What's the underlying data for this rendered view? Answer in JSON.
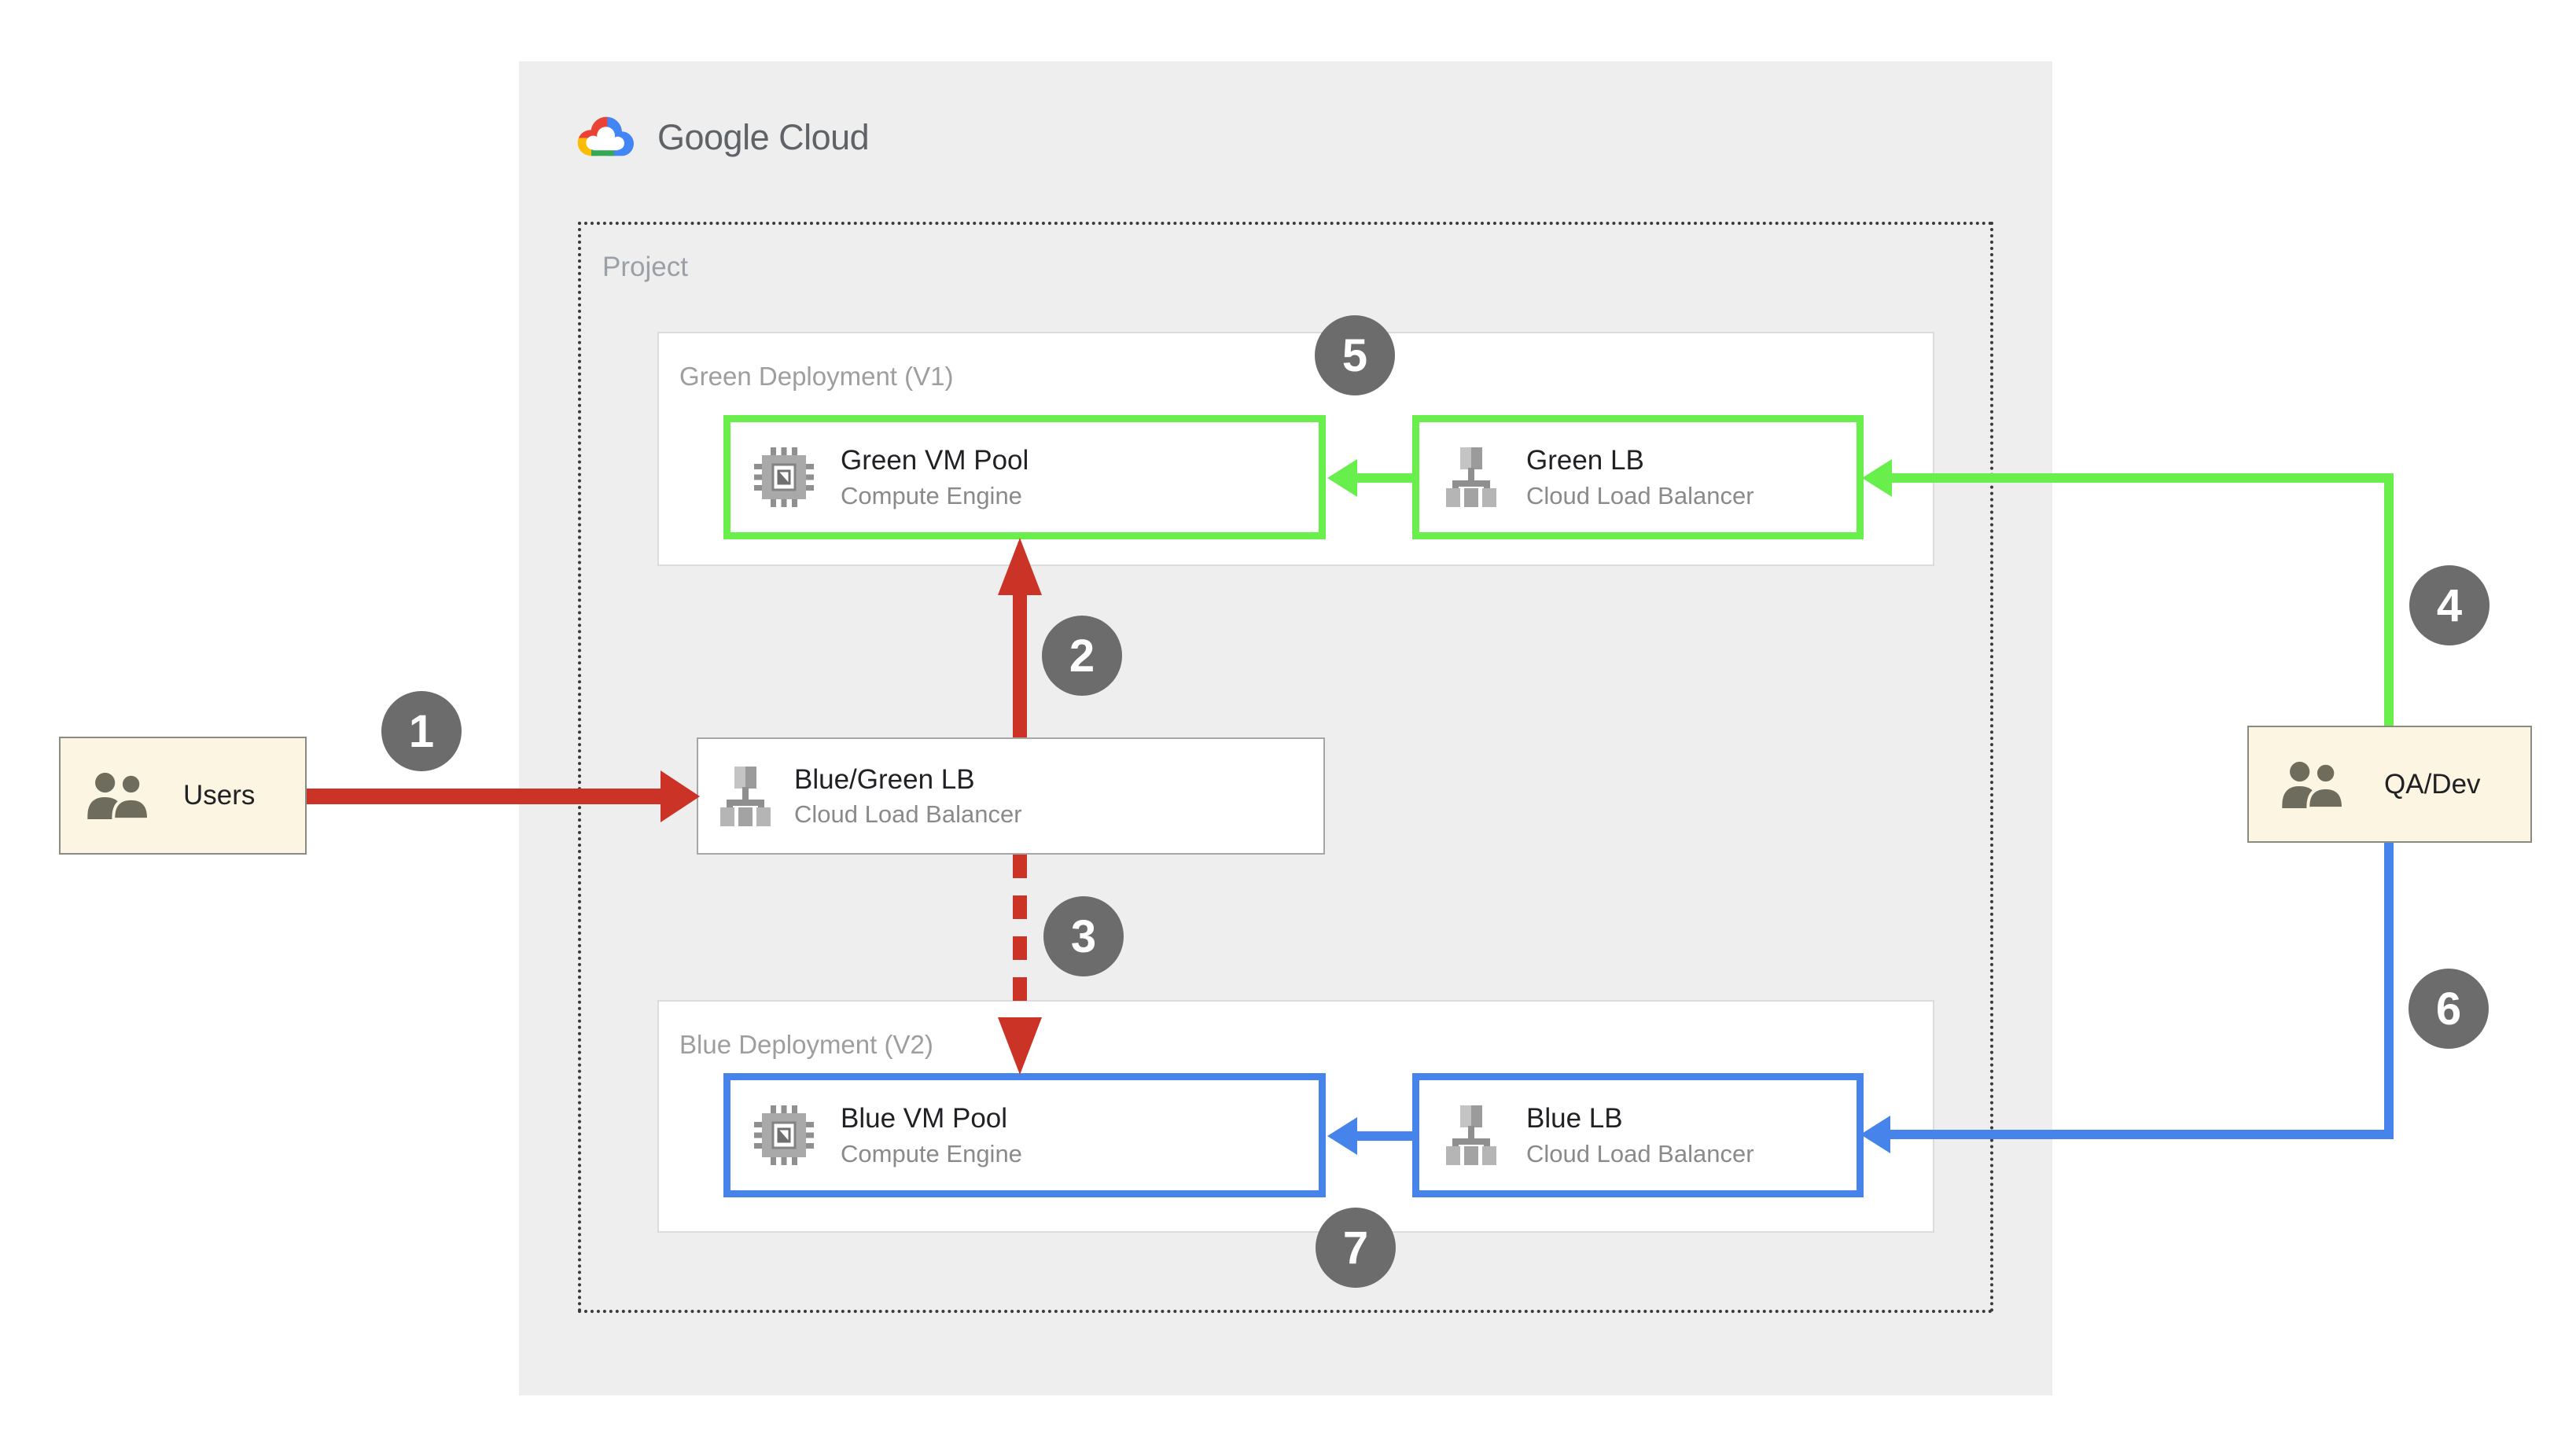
{
  "brand": {
    "name": "Google Cloud",
    "logo_icon": "google-cloud-logo"
  },
  "colors": {
    "panel_gray": "#EEEEEE",
    "green_accent": "#68EF4C",
    "blue_accent": "#4683EA",
    "red_accent": "#CB3327",
    "badge_gray": "#6C6C6C",
    "actor_cream": "#FBF5E1"
  },
  "project": {
    "label": "Project"
  },
  "green_deployment": {
    "label": "Green Deployment (V1)",
    "vm": {
      "title": "Green VM Pool",
      "subtitle": "Compute Engine",
      "icon": "compute-engine-icon"
    },
    "lb": {
      "title": "Green LB",
      "subtitle": "Cloud Load Balancer",
      "icon": "load-balancer-icon"
    }
  },
  "blue_deployment": {
    "label": "Blue Deployment (V2)",
    "vm": {
      "title": "Blue VM Pool",
      "subtitle": "Compute Engine",
      "icon": "compute-engine-icon"
    },
    "lb": {
      "title": "Blue LB",
      "subtitle": "Cloud Load Balancer",
      "icon": "load-balancer-icon"
    }
  },
  "router": {
    "title": "Blue/Green LB",
    "subtitle": "Cloud Load Balancer",
    "icon": "load-balancer-icon"
  },
  "actors": {
    "users": {
      "label": "Users",
      "icon": "users-icon"
    },
    "qa": {
      "label": "QA/Dev",
      "icon": "users-icon"
    }
  },
  "badges": [
    "1",
    "2",
    "3",
    "4",
    "5",
    "6",
    "7"
  ]
}
